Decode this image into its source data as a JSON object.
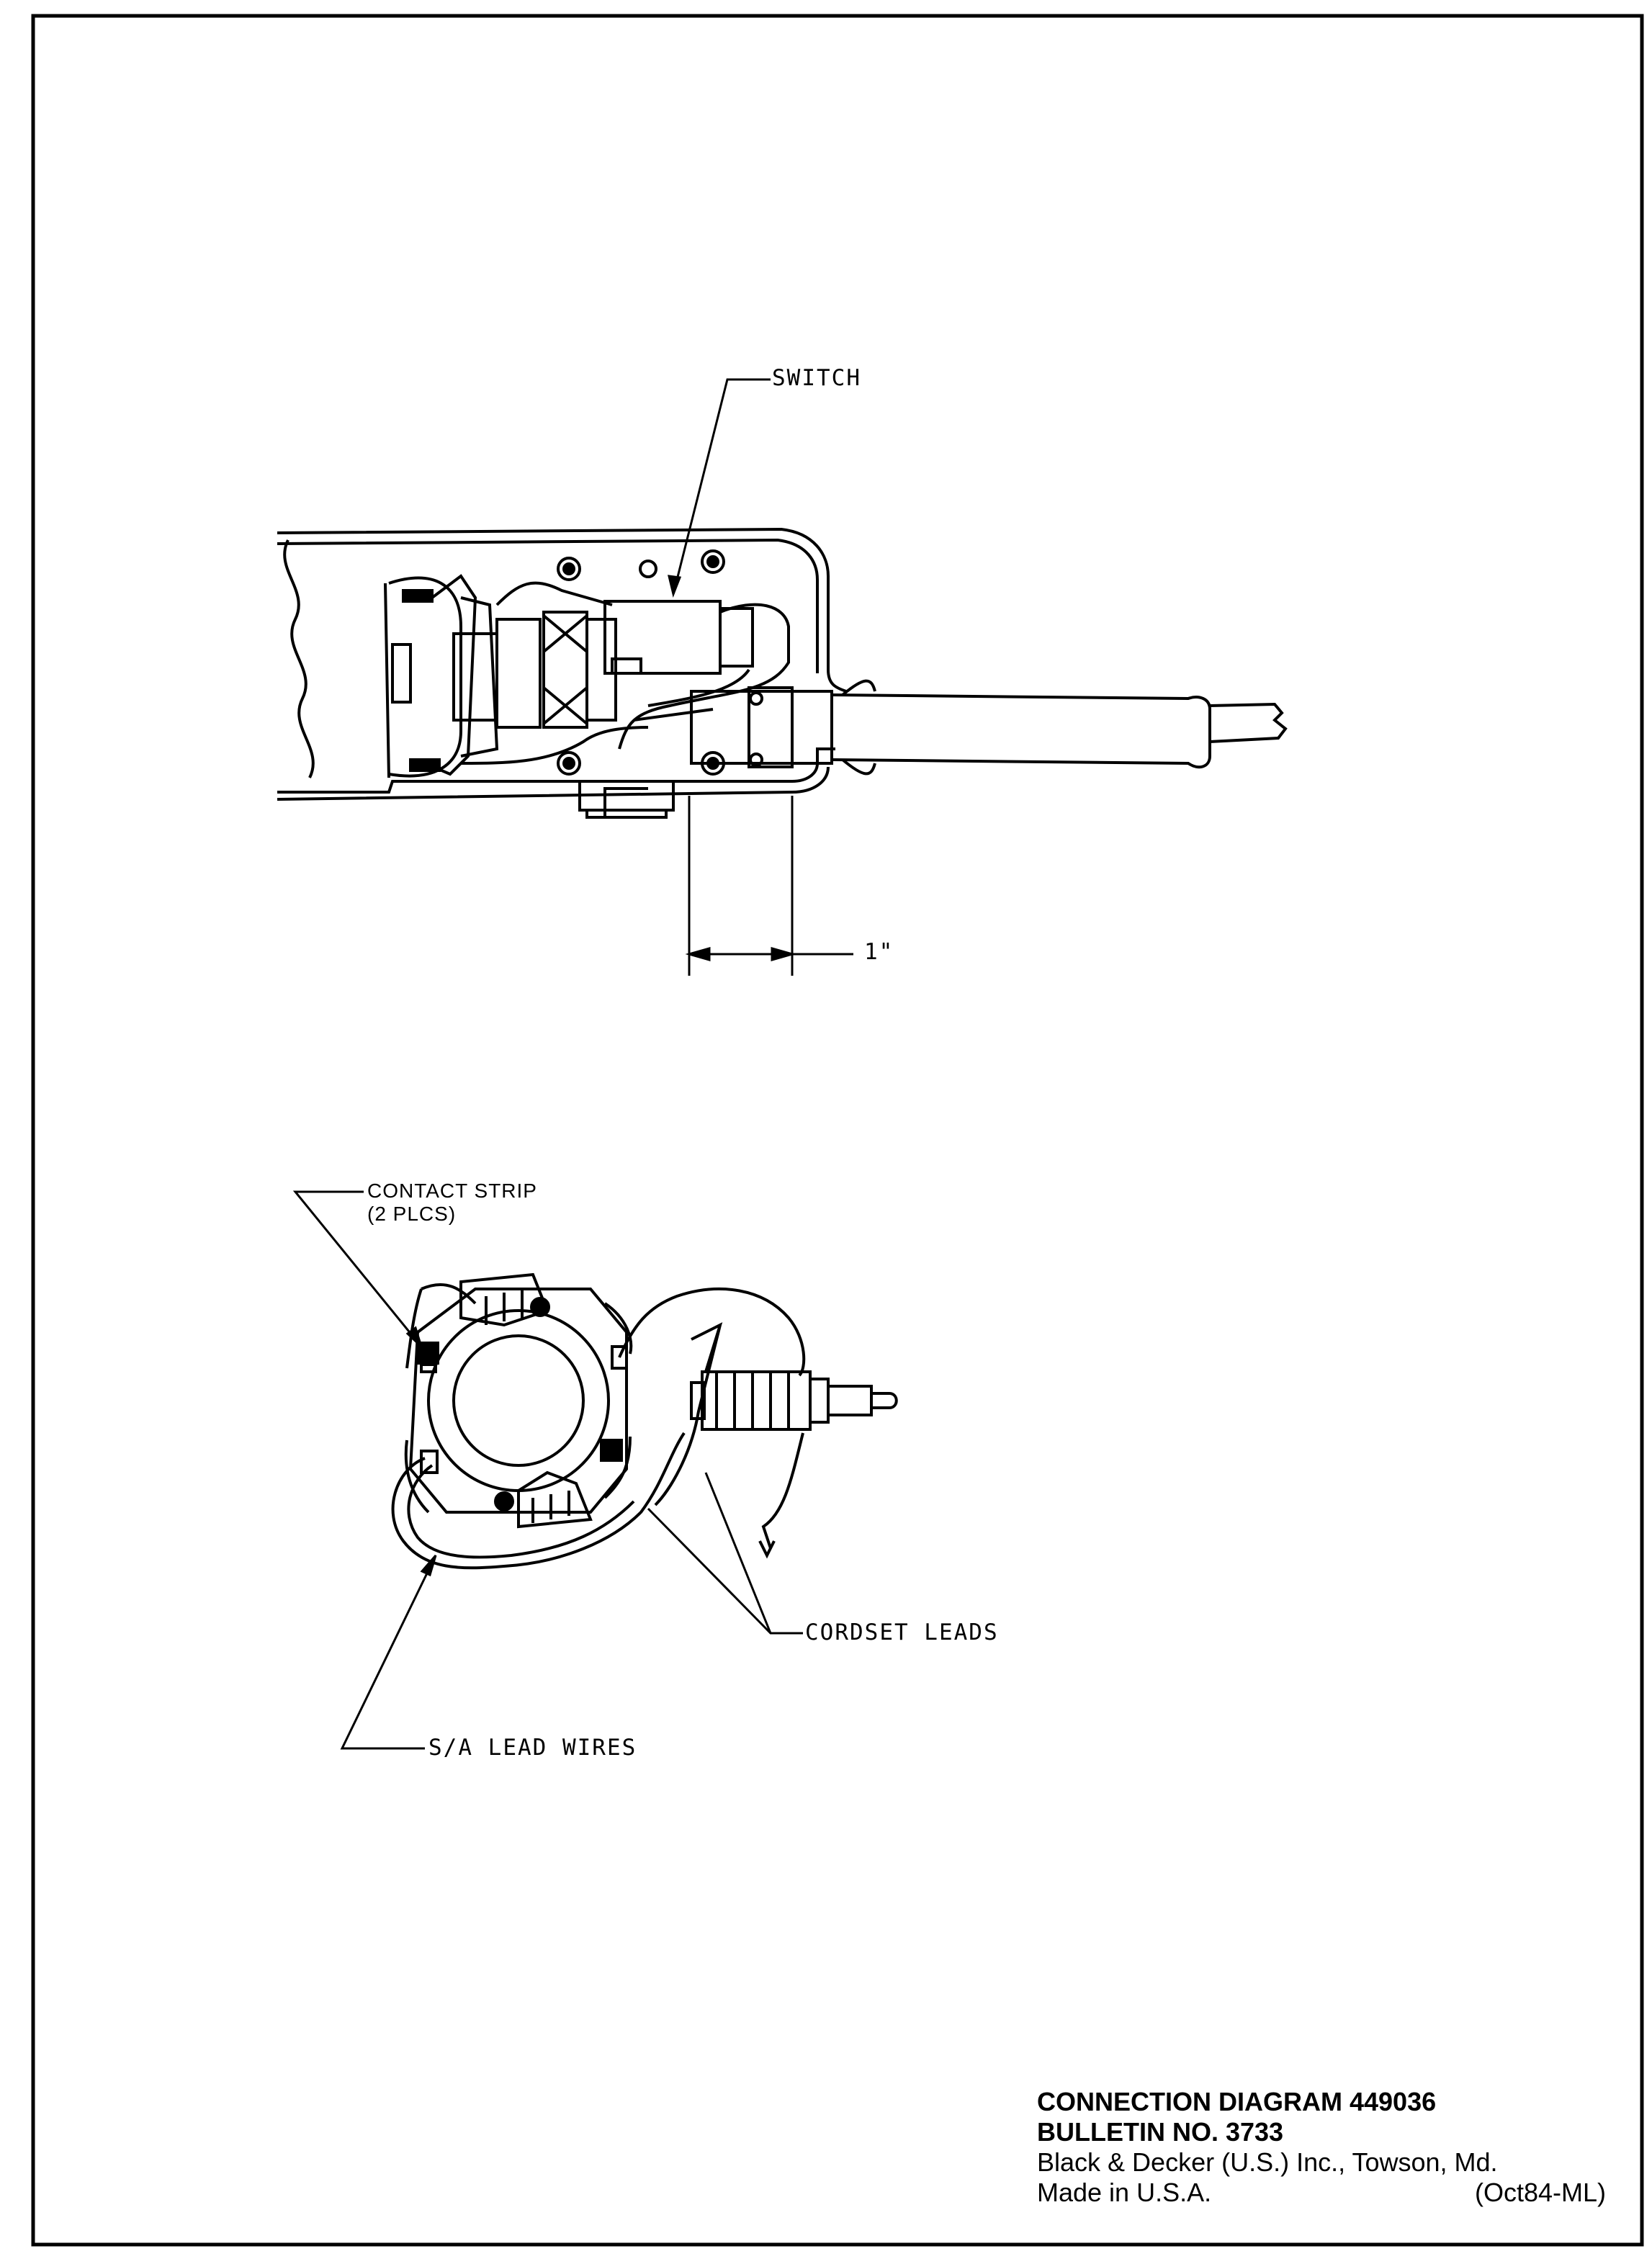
{
  "labels": {
    "switch": "SWITCH",
    "dimension": "1\"",
    "contact_strip_line1": "CONTACT STRIP",
    "contact_strip_line2": "(2 PLCS)",
    "cordset_leads": "CORDSET LEADS",
    "sa_lead_wires": "S/A LEAD WIRES"
  },
  "title_block": {
    "title": "CONNECTION DIAGRAM 449036",
    "bulletin": "BULLETIN NO. 3733",
    "company": "Black & Decker (U.S.) Inc., Towson, Md.",
    "origin": "Made in U.S.A.",
    "date_code": "(Oct84-ML)"
  }
}
